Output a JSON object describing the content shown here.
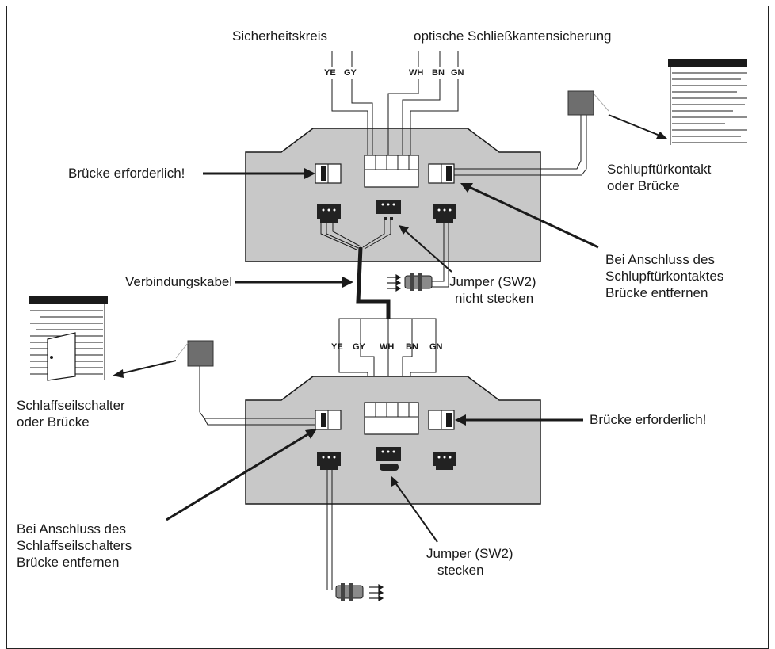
{
  "labels": {
    "safety_circuit": "Sicherheitskreis",
    "optical_edge": "optische Schließkantensicherung",
    "bridge_required_top": "Brücke erforderlich!",
    "wicket_contact_1": "Schlupftürkontakt",
    "wicket_contact_2": "oder Brücke",
    "wicket_remove_1": "Bei Anschluss des",
    "wicket_remove_2": "Schlupftürkontaktes",
    "wicket_remove_3": "Brücke entfernen",
    "connection_cable": "Verbindungskabel",
    "jumper_top_1": "Jumper (SW2)",
    "jumper_top_2": "nicht stecken",
    "slack_switch_1": "Schlaffseilschalter",
    "slack_switch_2": "oder Brücke",
    "bridge_required_bottom": "Brücke erforderlich!",
    "slack_remove_1": "Bei Anschluss des",
    "slack_remove_2": "Schlaffseilschalters",
    "slack_remove_3": "Brücke entfernen",
    "jumper_bottom_1": "Jumper (SW2)",
    "jumper_bottom_2": "stecken"
  },
  "wires_top": [
    "YE",
    "GY",
    "WH",
    "BN",
    "GN"
  ],
  "wires_bottom": [
    "YE",
    "GY",
    "WH",
    "BN",
    "GN"
  ],
  "colors": {
    "board": "#c8c8c8",
    "line": "#1a1a1a",
    "connector": "#222222",
    "sensor": "#6e6e6e"
  }
}
